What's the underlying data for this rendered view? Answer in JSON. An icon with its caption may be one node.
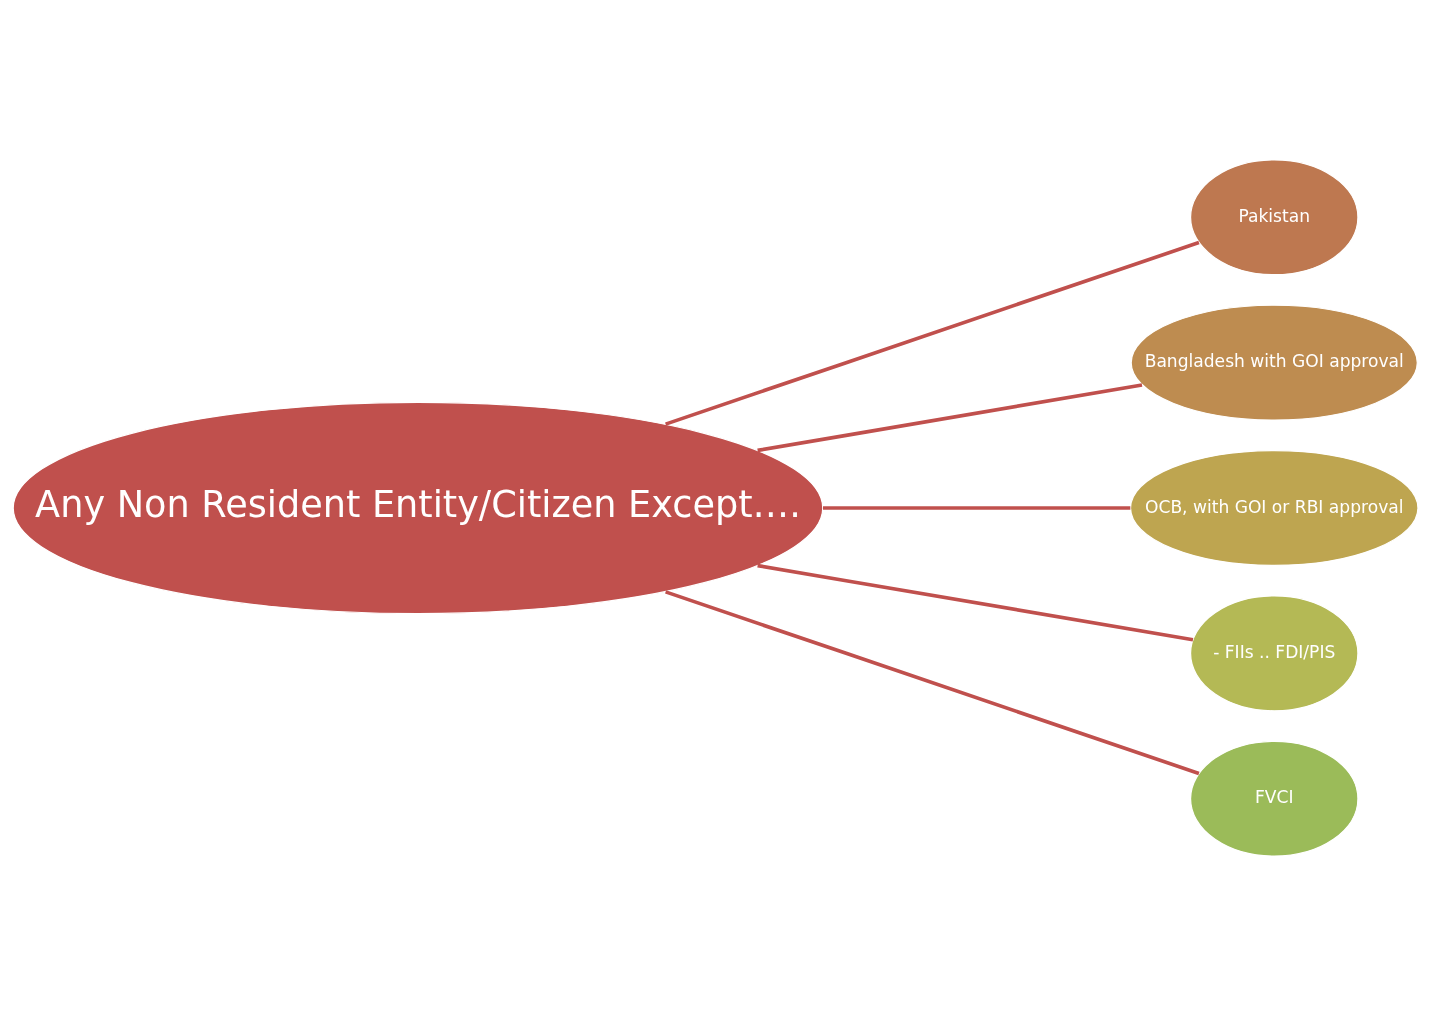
{
  "diagram": {
    "nodes": [
      {
        "text": [
          "Any Non Resident Entity/Citizen Except…."
        ]
      },
      {
        "text": [
          "Pakistan"
        ]
      },
      {
        "text": [
          "Bangladesh with GOI approval"
        ]
      },
      {
        "text": [
          "OCB, with GOI or RBI approval"
        ]
      },
      {
        "text": [
          "- FIIs .. FDI/PIS"
        ]
      },
      {
        "text": [
          "FVCI"
        ]
      }
    ],
    "edges": [
      {
        "from": 0,
        "to": 1,
        "arrow": "none"
      },
      {
        "from": 0,
        "to": 2,
        "arrow": "none"
      },
      {
        "from": 0,
        "to": 3,
        "arrow": "none"
      },
      {
        "from": 0,
        "to": 4,
        "arrow": "none"
      },
      {
        "from": 0,
        "to": 5,
        "arrow": "none"
      }
    ]
  }
}
